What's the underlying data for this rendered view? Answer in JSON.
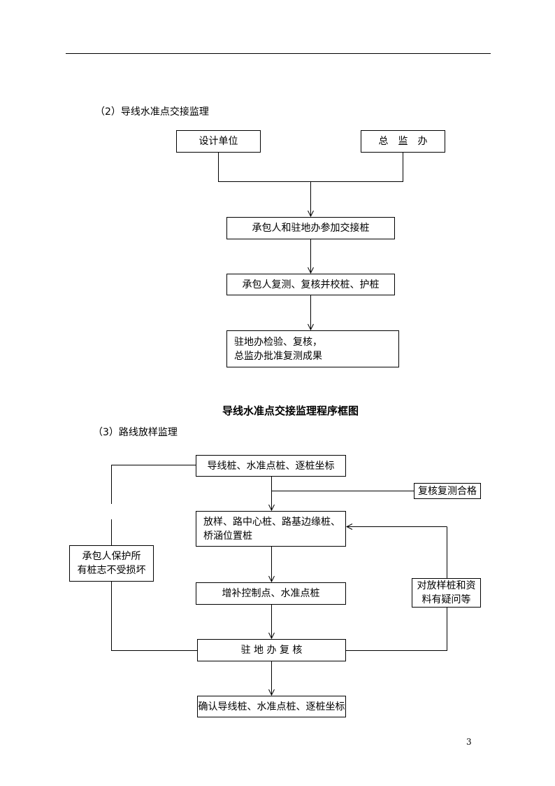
{
  "section2": {
    "heading": "（2）导线水准点交接监理",
    "box_design": "设计单位",
    "box_chief": "总　监　办",
    "box_handover": "承包人和驻地办参加交接桩",
    "box_resurvey": "承包人复测、复核并校桩、护桩",
    "box_inspect_line1": "驻地办检验、复核，",
    "box_inspect_line2": "总监办批准复测成果",
    "caption": "导线水准点交接监理程序框图"
  },
  "section3": {
    "heading": "（3）路线放样监理",
    "box_top": "导线桩、水准点桩、逐桩坐标",
    "box_check_ok": "复核复测合格",
    "box_stake_line1": "放样、路中心桩、路基边缘桩、",
    "box_stake_line2": "桥涵位置桩",
    "box_protect_line1": "承包人保护所",
    "box_protect_line2": "有桩志不受损坏",
    "box_supplement": "增补控制点、水准点桩",
    "box_doubt_line1": "对放样桩和资",
    "box_doubt_line2": "料有疑问等",
    "box_recheck": "驻 地 办 复 核",
    "box_confirm": "确认导线桩、水准点桩、逐桩坐标"
  },
  "page_number": "3"
}
